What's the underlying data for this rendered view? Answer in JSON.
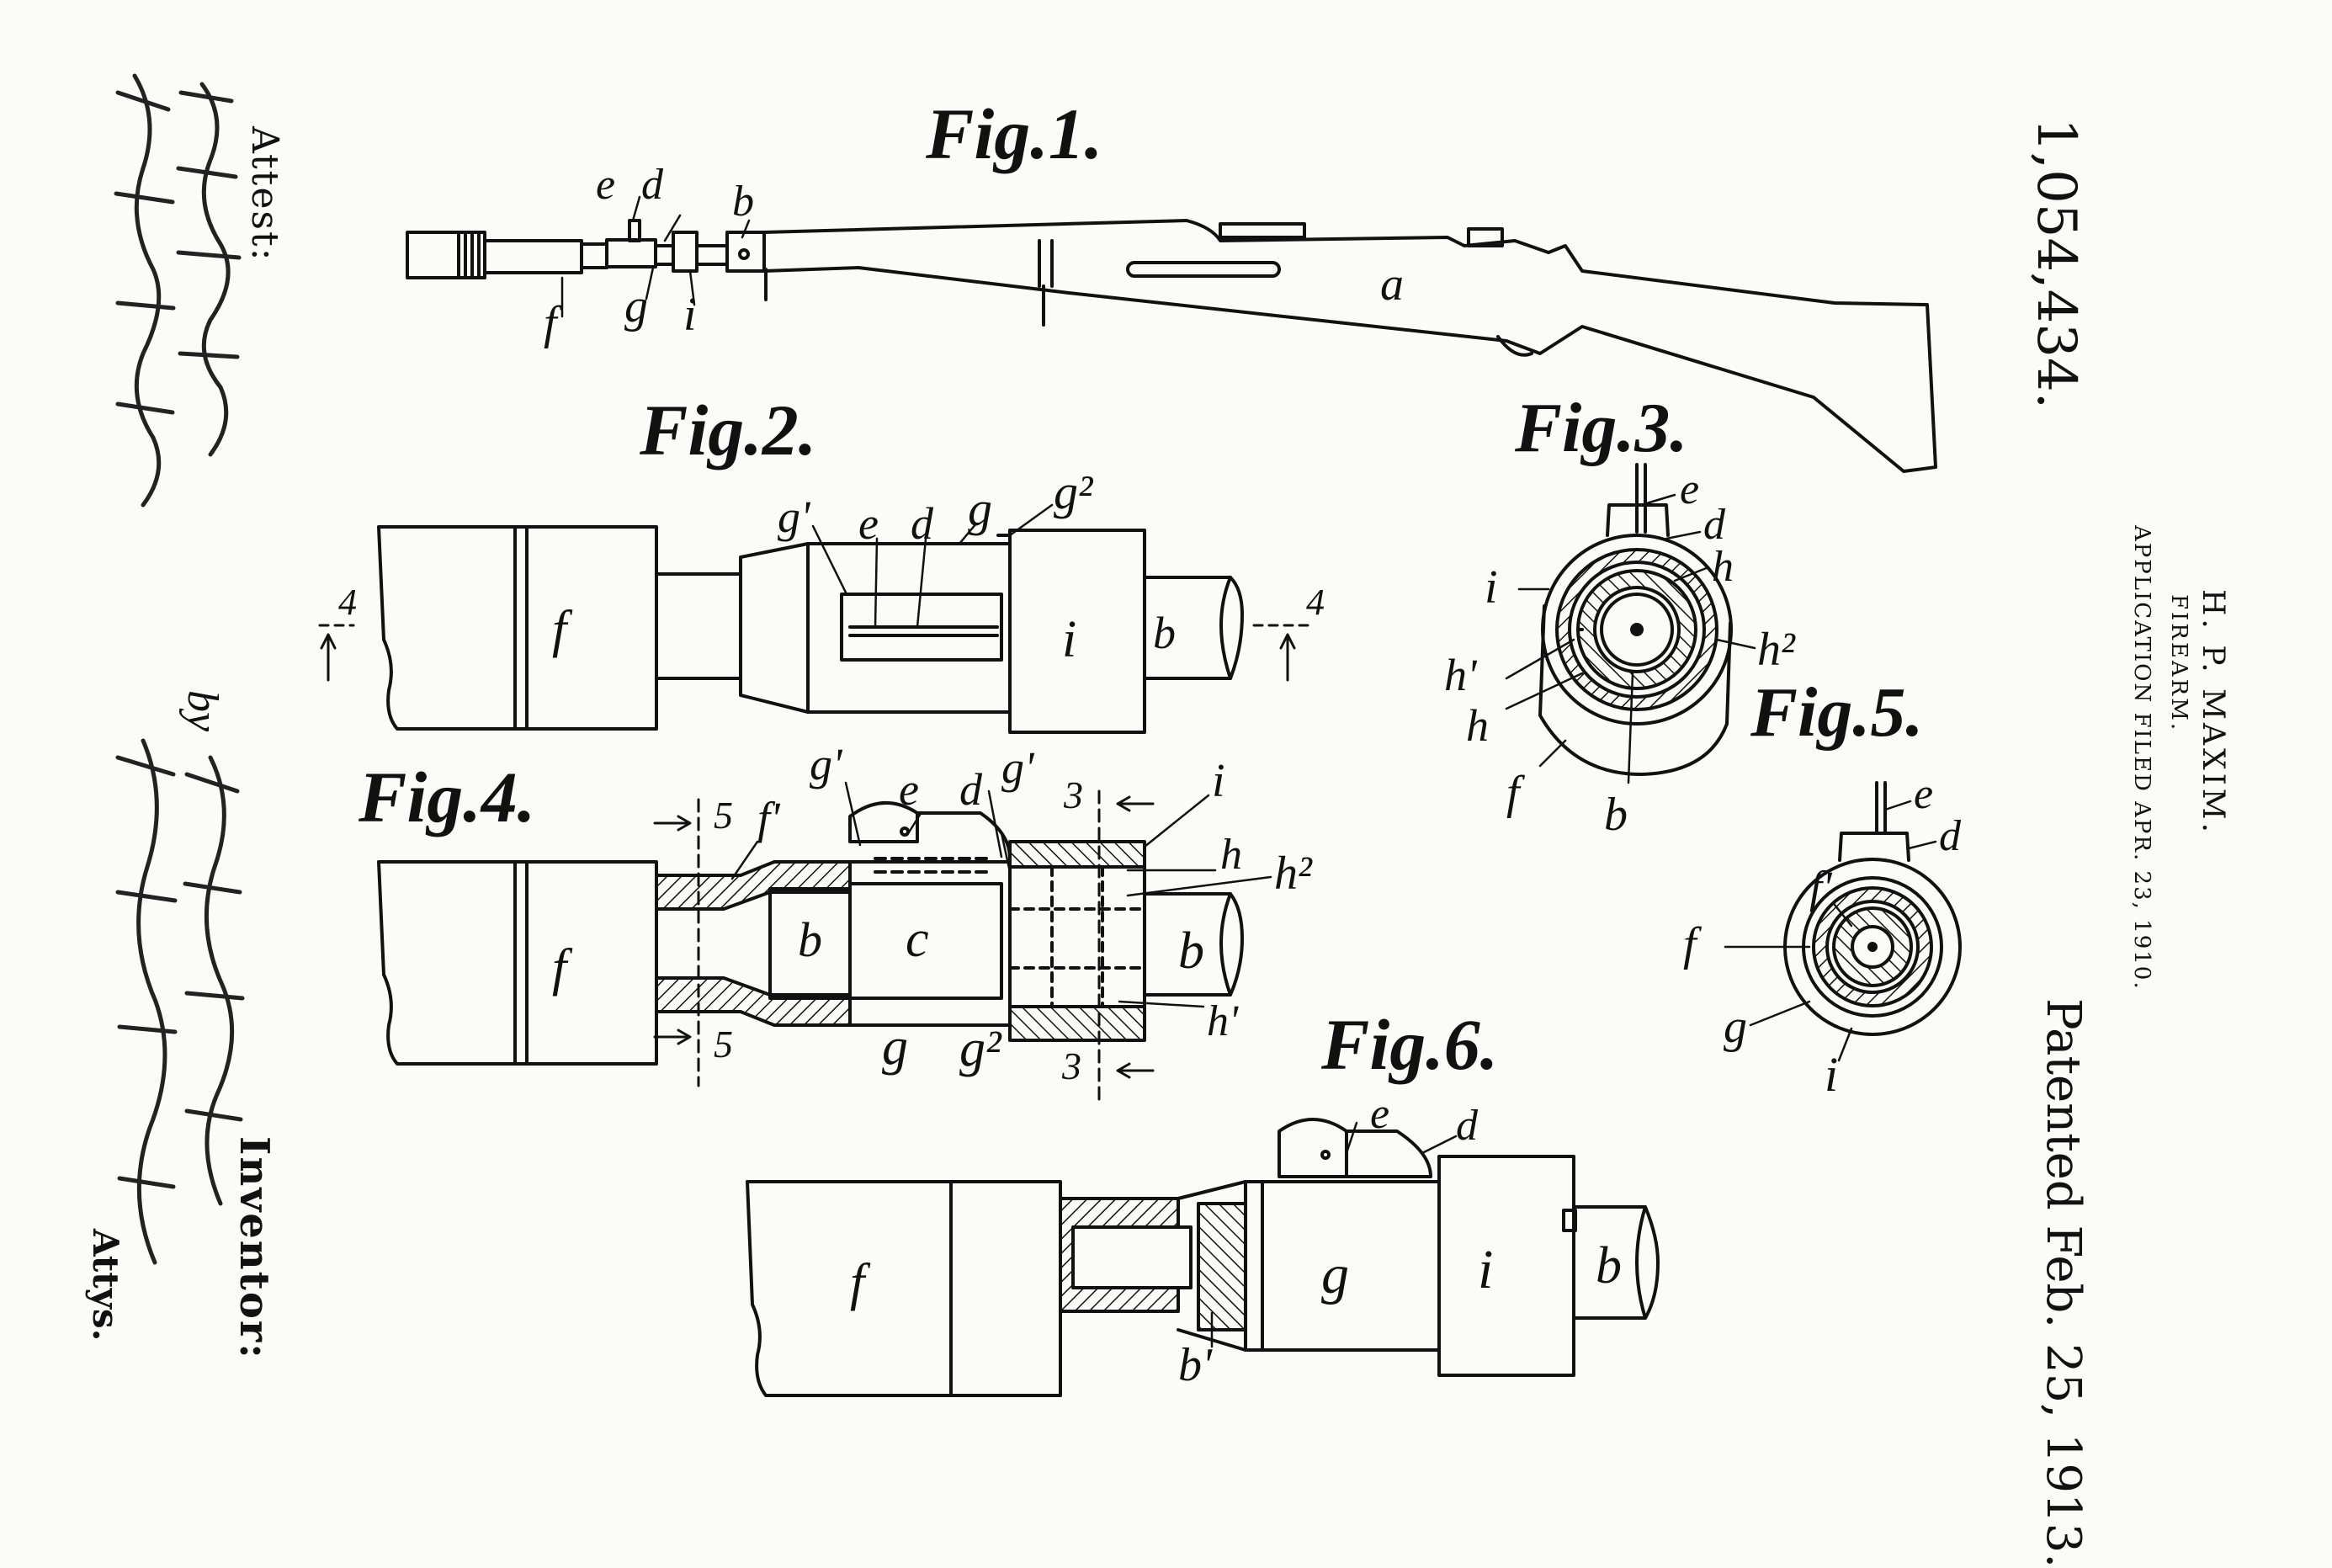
{
  "patent": {
    "number": "1,054,434.",
    "inventor_name": "H. P. MAXIM.",
    "title": "FIREARM.",
    "application_filed": "APPLICATION FILED APR. 23, 1910.",
    "patented": "Patented Feb. 25, 1913."
  },
  "attest": {
    "label": "Attest:"
  },
  "inventor_block": {
    "label": "Inventor:",
    "by": "by",
    "attys": "Attys."
  },
  "figures": {
    "fig1": {
      "label": "Fig.1.",
      "refs": {
        "a": "a",
        "b": "b",
        "d": "d",
        "e": "e",
        "f": "f",
        "g": "g",
        "i": "i"
      }
    },
    "fig2": {
      "label": "Fig.2.",
      "refs": {
        "b": "b",
        "d": "d",
        "e": "e",
        "f": "f",
        "g": "g",
        "g1": "g'",
        "g2": "g²",
        "i": "i"
      },
      "section_marks": [
        "4",
        "4"
      ]
    },
    "fig3": {
      "label": "Fig.3.",
      "refs": {
        "b": "b",
        "d": "d",
        "e": "e",
        "f": "f",
        "h": "h",
        "h_lower": "h",
        "h1": "h'",
        "h2": "h²",
        "i": "i"
      }
    },
    "fig4": {
      "label": "Fig.4.",
      "refs": {
        "b_left": "b",
        "b_right": "b",
        "c": "c",
        "d": "d",
        "e": "e",
        "f": "f",
        "f1": "f'",
        "g": "g",
        "g1_left": "g'",
        "g1_right": "g'",
        "g2": "g²",
        "h": "h",
        "h1": "h'",
        "h2": "h²",
        "i": "i"
      },
      "section_marks": [
        "5",
        "5",
        "3",
        "3"
      ]
    },
    "fig5": {
      "label": "Fig.5.",
      "refs": {
        "d": "d",
        "e": "e",
        "f": "f",
        "f1": "f'",
        "g": "g",
        "i": "i"
      }
    },
    "fig6": {
      "label": "Fig.6.",
      "refs": {
        "b": "b",
        "b1": "b'",
        "d": "d",
        "e": "e",
        "f": "f",
        "g": "g",
        "i": "i"
      }
    }
  },
  "colors": {
    "ink": "#111111",
    "paper": "#fbfbf8"
  }
}
